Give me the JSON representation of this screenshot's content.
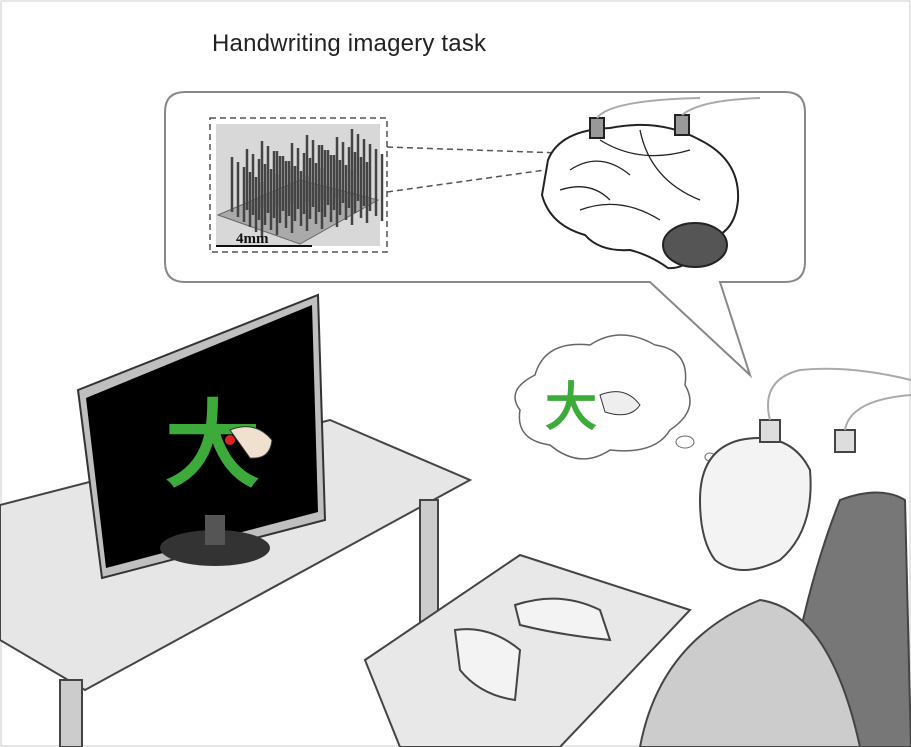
{
  "title": "Handwriting imagery task",
  "inset": {
    "scale_label": "4mm"
  },
  "character": "大",
  "colors": {
    "stroke_green": "#3dab3a",
    "screen": "#000000",
    "outline": "#333333"
  }
}
